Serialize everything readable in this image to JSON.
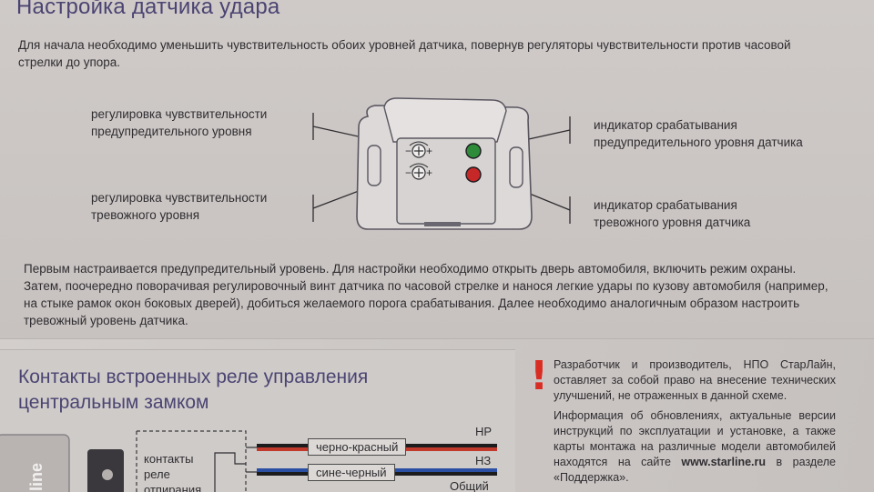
{
  "section1": {
    "title": "Настройка датчика удара",
    "intro": "Для начала необходимо уменьшить чувствительность обоих уровней датчика, повернув регуляторы чувствительности против часовой стрелки до упора.",
    "labels": {
      "warning_adjust": [
        "регулировка чувствительности",
        "предупредительного уровня"
      ],
      "alarm_adjust": [
        "регулировка чувствительности",
        "тревожного уровня"
      ],
      "warning_indicator": [
        "индикатор срабатывания",
        "предупредительного уровня датчика"
      ],
      "alarm_indicator": [
        "индикатор срабатывания",
        "тревожного уровня датчика"
      ]
    },
    "sensor": {
      "minus": "−",
      "plus": "+",
      "led_green": "#2e8b3a",
      "led_red": "#c62828"
    },
    "instructions": "Первым настраивается предупредительный уровень. Для настройки необходимо открыть дверь автомобиля, включить режим охраны. Затем, поочередно поворачивая регулировочный винт датчика по часовой стрелке и нанося легкие удары по кузову автомобиля (например, на стыке рамок окон боковых дверей), добиться желаемого порога срабатывания. Далее необходимо аналогичным образом настроить тревожный уровень датчика."
  },
  "section2": {
    "title_line1": "Контакты встроенных реле управления",
    "title_line2": "центральным замком",
    "bracket_label": [
      "контакты",
      "реле",
      "отпирания"
    ],
    "logo_fragment": "line",
    "wires": [
      {
        "label": "черно-красный",
        "end": "НР",
        "colors": [
          "#1c1c1c",
          "#c0392b"
        ]
      },
      {
        "label": "сине-черный",
        "end": "НЗ",
        "colors": [
          "#2b4fa3",
          "#1c1c1c"
        ]
      },
      {
        "label": "",
        "end": "Общий",
        "colors": []
      }
    ]
  },
  "notice": {
    "icon": "exclamation-icon",
    "icon_color": "#d92d24",
    "para1": "Разработчик и производитель, НПО СтарЛайн, оставляет за собой право на внесение технических улучшений, не отраженных в данной схеме.",
    "para2_pre": "Информация об обновлениях, актуальные версии инструкций по эксплуатации и установке, а также карты монтажа на различные модели автомобилей находятся на сайте ",
    "para2_link": "www.starline.ru",
    "para2_post": " в разделе «Поддержка»."
  }
}
